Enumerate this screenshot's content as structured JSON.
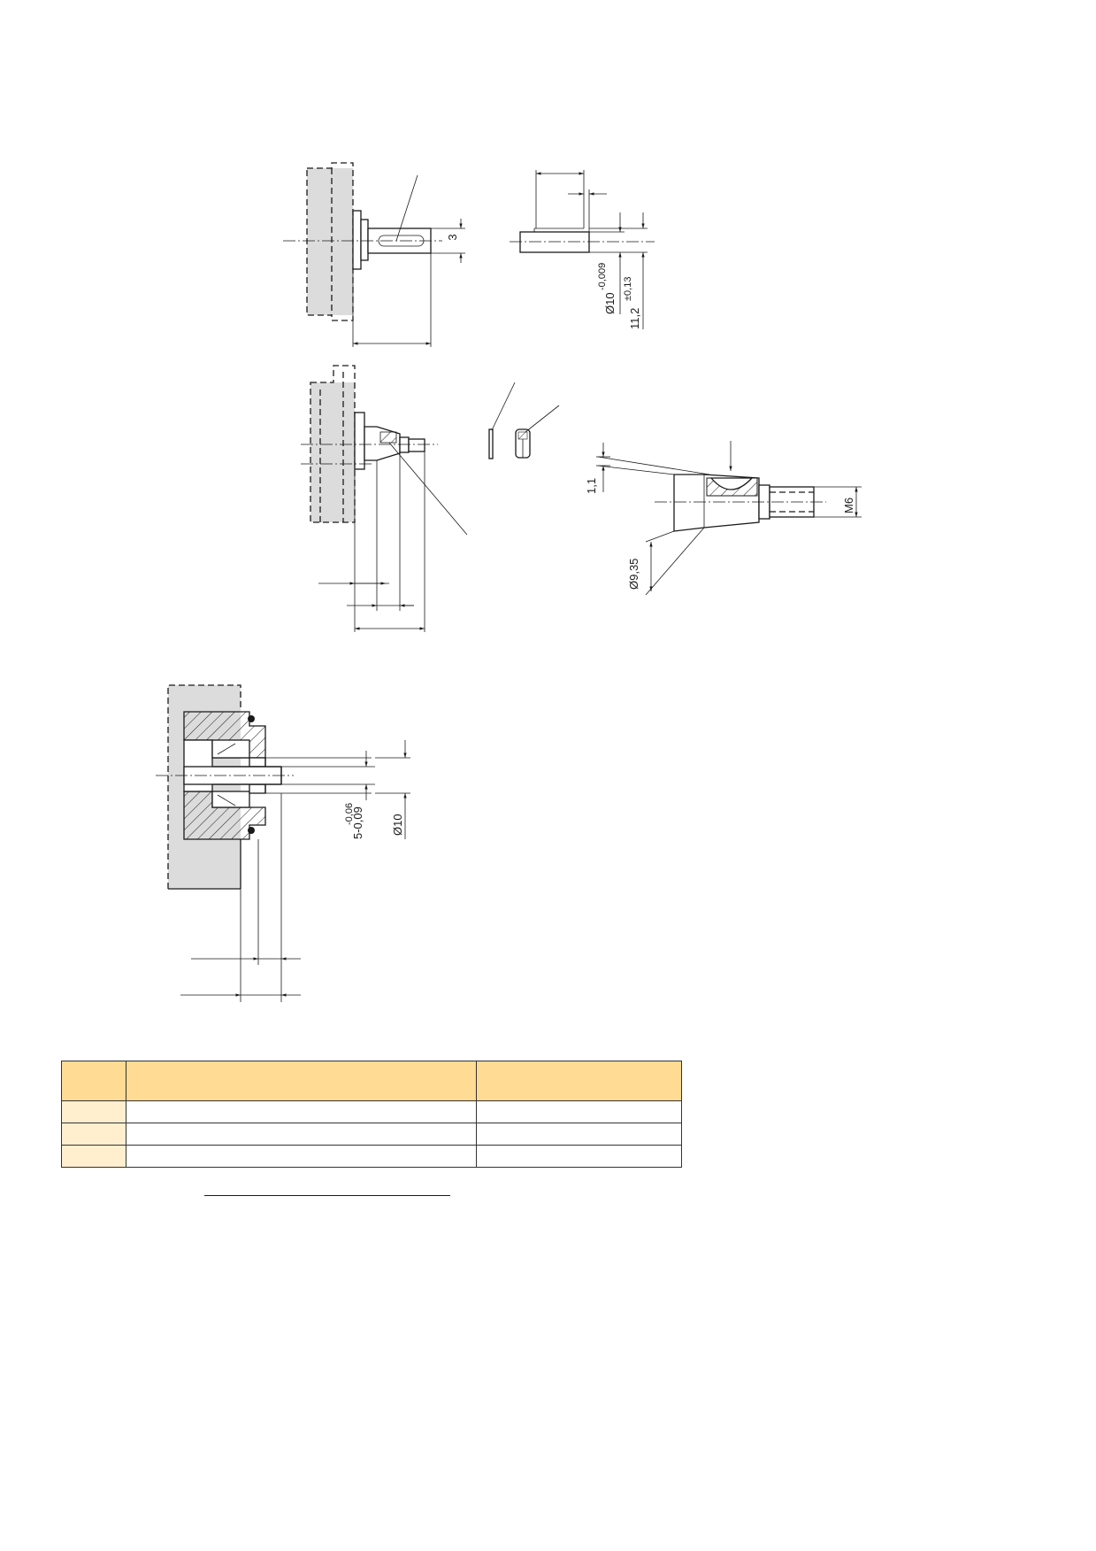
{
  "drawing": {
    "dim_slot_width": "3",
    "dim_key_diameter": "Ø10",
    "dim_key_diameter_tol": "-0,009",
    "dim_key_height_tol": "±0,13",
    "dim_key_height": "11,2",
    "dim_cone_angle_height": "1,1",
    "dim_thread": "M6",
    "dim_cone_diameter": "Ø9,35",
    "dim_bore_tol_upper": "-0,06",
    "dim_bore_tol_base": "5-0,09",
    "dim_shaft_diameter": "Ø10"
  },
  "table": {
    "columns": [
      "",
      "",
      ""
    ],
    "rows": [
      [
        "",
        "",
        ""
      ],
      [
        "",
        "",
        ""
      ],
      [
        "",
        "",
        ""
      ]
    ]
  }
}
